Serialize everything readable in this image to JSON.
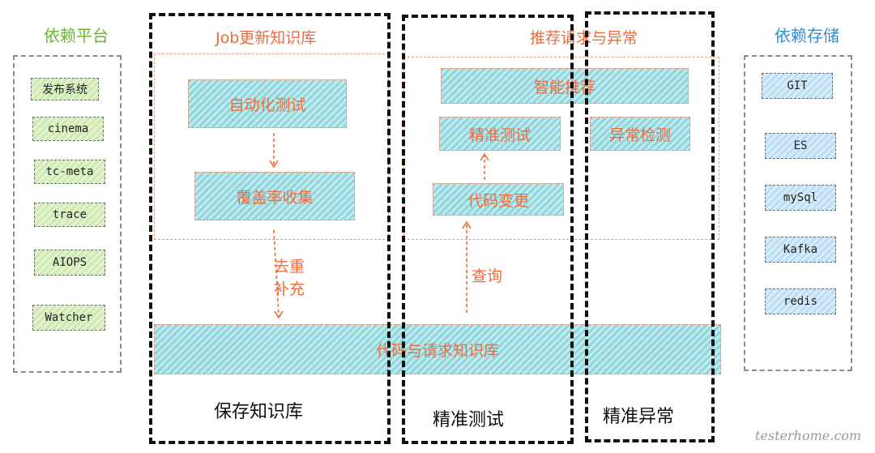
{
  "left_panel": {
    "title": "依赖平台",
    "items": [
      "发布系统",
      "cinema",
      "tc-meta",
      "trace",
      "AIOPS",
      "Watcher"
    ]
  },
  "right_panel": {
    "title": "依赖存储",
    "items": [
      "GIT",
      "ES",
      "mySql",
      "Kafka",
      "redis"
    ]
  },
  "job_section": {
    "title": "Job更新知识库",
    "box1": "自动化测试",
    "box2": "覆盖率收集"
  },
  "recommend_section": {
    "title": "推荐请求与异常",
    "smart": "智能推荐",
    "precise_test": "精准测试",
    "anomaly": "异常检测",
    "code_change": "代码变更"
  },
  "connectors": {
    "dedupe": "去重",
    "supplement": "补充",
    "query": "查询"
  },
  "knowledge_base": "代码与请求知识库",
  "columns": {
    "store": "保存知识库",
    "precise_test": "精准测试",
    "precise_anomaly": "精准异常"
  },
  "watermark": "testerhome.com"
}
